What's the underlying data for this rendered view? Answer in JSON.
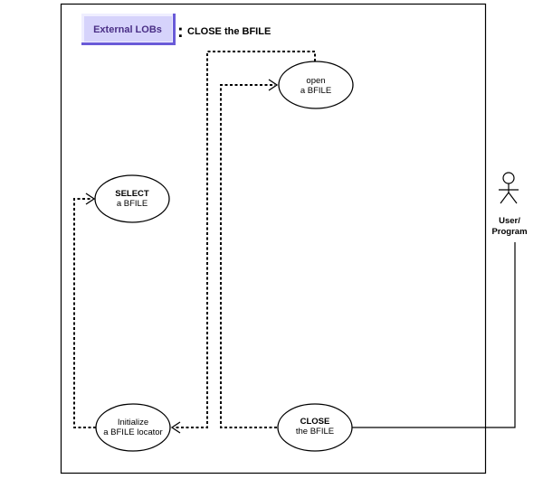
{
  "header": {
    "badge_label": "External LOBs",
    "separator": ":",
    "title": "CLOSE the BFILE",
    "badge_colors": {
      "fill": "#d6d3fb",
      "text": "#4a2f86",
      "shadow": "#6a5bd8"
    }
  },
  "use_cases": [
    {
      "id": "open",
      "line1": "open",
      "line2": "a BFILE",
      "line1_bold": false
    },
    {
      "id": "select",
      "line1": "SELECT",
      "line2": "a BFILE",
      "line1_bold": true
    },
    {
      "id": "initialize",
      "line1": "Initialize",
      "line2": "a BFILE locator",
      "line1_bold": false
    },
    {
      "id": "close",
      "line1": "CLOSE",
      "line2": "the BFILE",
      "line1_bold": true
    }
  ],
  "actor": {
    "line1": "User/",
    "line2": "Program",
    "icon": "stick-figure-icon"
  },
  "relationships": [
    {
      "from": "open",
      "to": "initialize",
      "type": "dependency"
    },
    {
      "from": "close",
      "to": "open",
      "type": "dependency"
    },
    {
      "from": "initialize",
      "to": "select",
      "type": "dependency"
    },
    {
      "from": "actor",
      "to": "close",
      "type": "association"
    }
  ]
}
